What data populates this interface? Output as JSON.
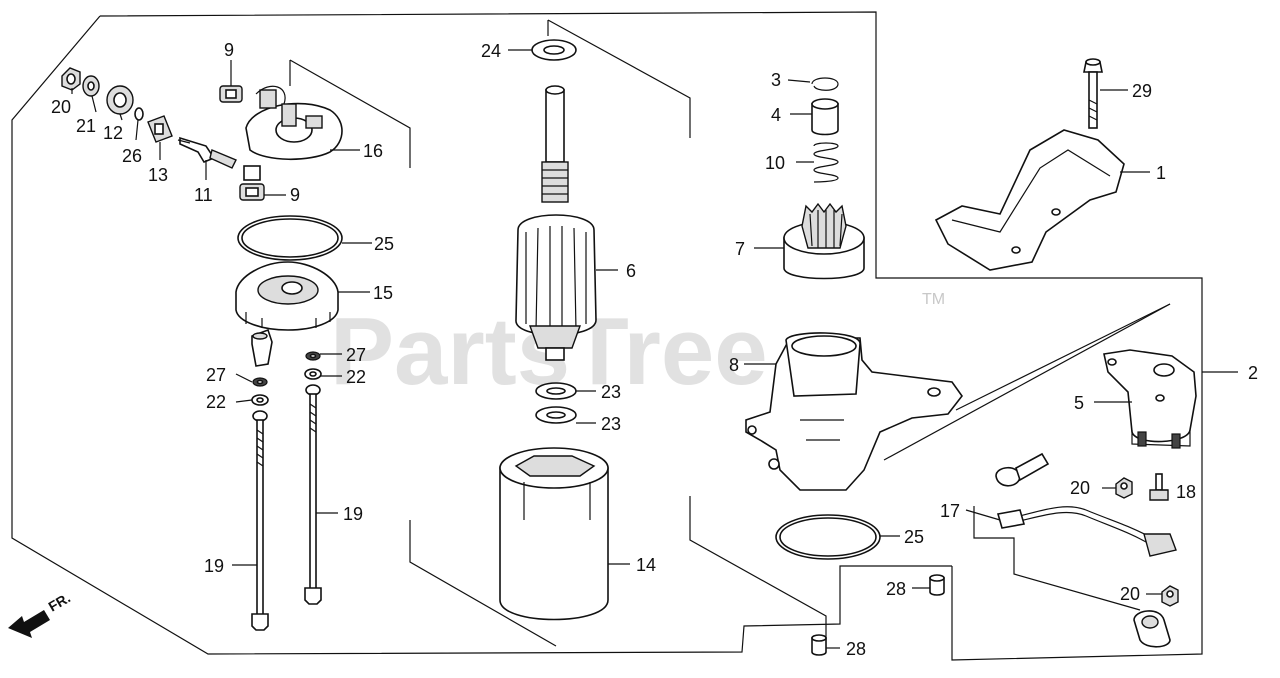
{
  "watermark": {
    "text": "PartsTree",
    "trademark": "TM"
  },
  "direction_label": "FR.",
  "callouts": {
    "p1": "1",
    "p2": "2",
    "p3": "3",
    "p4": "4",
    "p5": "5",
    "p6": "6",
    "p7": "7",
    "p8": "8",
    "p9a": "9",
    "p9b": "9",
    "p10": "10",
    "p11": "11",
    "p12": "12",
    "p13": "13",
    "p14": "14",
    "p15": "15",
    "p16": "16",
    "p17": "17",
    "p18": "18",
    "p19a": "19",
    "p19b": "19",
    "p20a": "20",
    "p20b": "20",
    "p20c": "20",
    "p21": "21",
    "p22a": "22",
    "p22b": "22",
    "p23a": "23",
    "p23b": "23",
    "p24": "24",
    "p25a": "25",
    "p25b": "25",
    "p26": "26",
    "p27a": "27",
    "p27b": "27",
    "p28a": "28",
    "p28b": "28",
    "p29": "29"
  }
}
